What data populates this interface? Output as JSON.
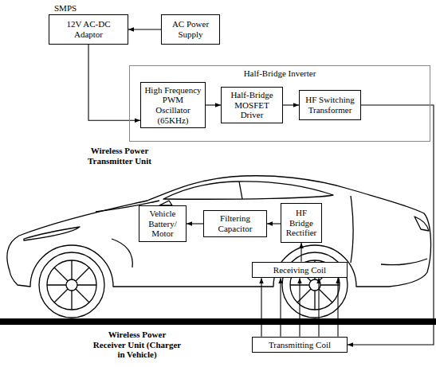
{
  "diagram": {
    "nodes": [
      {
        "text": [
          "SMPS",
          "12V AC-DC Adaptor"
        ]
      },
      {
        "text": [
          "AC Power Supply"
        ]
      },
      {
        "text": [
          "Half-Bridge Inverter"
        ]
      },
      {
        "text": [
          "High Frequency PWM Oscillator (65KHz)"
        ],
        "in": 2
      },
      {
        "text": [
          "Half-Bridge MOSFET Driver"
        ],
        "in": 2
      },
      {
        "text": [
          "HF Switching Transformer"
        ],
        "in": 2
      },
      {
        "text": [
          "Vehicle Battery/ Motor"
        ]
      },
      {
        "text": [
          "Filtering Capacitor"
        ]
      },
      {
        "text": [
          "HF Bridge Rectifier"
        ]
      },
      {
        "text": [
          "Receiving Coil"
        ]
      },
      {
        "text": [
          "Transmitting Coil"
        ]
      }
    ],
    "edges": [
      {
        "from": 1,
        "to": 0,
        "arrow": "to"
      },
      {
        "from": 0,
        "to": 3,
        "arrow": "to"
      },
      {
        "from": 3,
        "to": 4,
        "arrow": "to"
      },
      {
        "from": 4,
        "to": 5,
        "arrow": "to"
      },
      {
        "from": 5,
        "to": 10,
        "arrow": "to"
      },
      {
        "from": 8,
        "to": 7,
        "arrow": "to"
      },
      {
        "from": 7,
        "to": 6,
        "arrow": "to"
      },
      {
        "from": 9,
        "to": 8,
        "arrow": "to"
      },
      {
        "from": 10,
        "to": 9,
        "arrow": "to"
      },
      {
        "from": 10,
        "to": 9,
        "arrow": "to"
      },
      {
        "from": 10,
        "to": 9,
        "arrow": "to"
      },
      {
        "from": 10,
        "to": 9,
        "arrow": "to"
      },
      {
        "from": 10,
        "to": 9,
        "arrow": "to"
      }
    ],
    "labels": [
      "Wireless Power Transmitter Unit",
      "Wireless Power Receiver Unit (Charger in Vehicle)"
    ]
  }
}
